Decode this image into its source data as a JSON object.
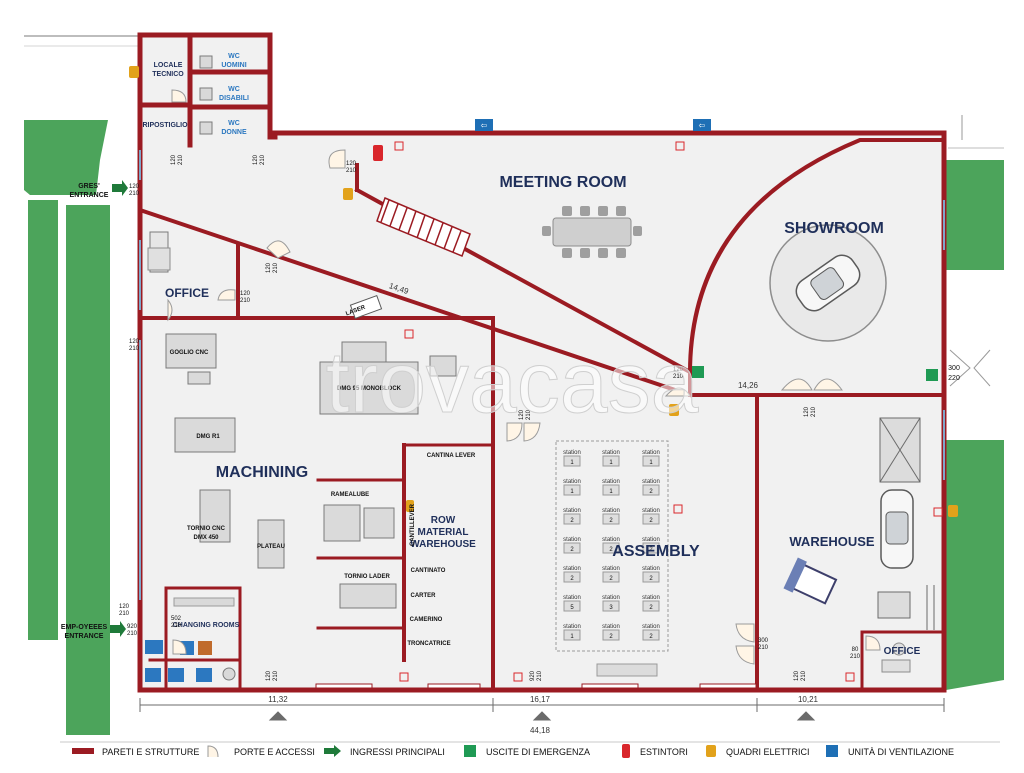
{
  "rooms": {
    "meeting_room": "MEETING ROOM",
    "showroom": "SHOWROOM",
    "office": "OFFICE",
    "machining": "MACHINING",
    "assembly": "ASSEMBLY",
    "warehouse": "WAREHOUSE",
    "office_small": "OFFICE",
    "row_material_1": "ROW",
    "row_material_2": "MATERIAL",
    "row_material_3": "WAREHOUSE",
    "changing_rooms": "CHANGING ROOMS",
    "locale_tecnico_1": "LOCALE",
    "locale_tecnico_2": "TECNICO",
    "ripostiglio": "RIPOSTIGLIO",
    "wc_uomini_1": "WC",
    "wc_uomini_2": "UOMINI",
    "wc_disabili_1": "WC",
    "wc_disabili_2": "DISABILI",
    "wc_donne_1": "WC",
    "wc_donne_2": "DONNE"
  },
  "machines": {
    "laser": "LASER",
    "goglio_cnc": "GOGLIO CNC",
    "dmg_95": "DMG 95 MONOBLOCK",
    "dmg_r1": "DMG R1",
    "tornio_cnc_1": "TORNIO CNC",
    "tornio_cnc_2": "DMX 450",
    "plateau": "PLATEAU",
    "ramealube": "RAMEALUBE",
    "tornio_lader": "TORNIO LADER",
    "cantilever_rack": "CANTILLEVER",
    "cantina_lever": "CANTINA LEVER",
    "cantinato": "CANTINATO",
    "carter": "CARTER",
    "camerino": "CAMERINO",
    "troncatrice": "TRONCATRICE"
  },
  "assembly_station_label": "station",
  "assembly_cols": [
    [
      "1",
      "1",
      "2",
      "2",
      "2",
      "5",
      "1"
    ],
    [
      "1",
      "1",
      "2",
      "2",
      "2",
      "3",
      "2"
    ],
    [
      "1",
      "2",
      "2",
      "2",
      "2",
      "2",
      "2"
    ]
  ],
  "entrances": {
    "gres_1": "GRES'",
    "gres_2": "ENTRANCE",
    "emp_1": "EMP-OYEEES",
    "emp_2": "ENTRANCE"
  },
  "door_codes": {
    "d1_top": "120",
    "d1_bot": "210",
    "d2_top": "120",
    "d2_bot": "210",
    "d3_top": "120",
    "d3_bot": "210",
    "d4_top": "120",
    "d4_bot": "210",
    "d5_top": "120",
    "d5_bot": "210",
    "d6_top": "120",
    "d6_bot": "210",
    "d7_top": "120",
    "d7_bot": "210",
    "d8_top": "120",
    "d8_bot": "210",
    "d9_top": "300",
    "d9_bot": "220",
    "d10_top": "120",
    "d10_bot": "210",
    "d11_top": "300",
    "d11_bot": "210",
    "d12_top": "80",
    "d12_bot": "210",
    "d13_top": "120",
    "d13_bot": "210",
    "d14_top": "120",
    "d14_bot": "210",
    "d15_top": "920",
    "d15_bot": "210",
    "d16_top": "502",
    "d16_bot": "210",
    "d17_top": "920",
    "d17_bot": "210",
    "d18_top": "120",
    "d18_bot": "210",
    "d19_top": "120",
    "d19_bot": "210"
  },
  "dimensions": {
    "diag": "14,49",
    "mid": "14,26",
    "left": "11,32",
    "center": "16,17",
    "right": "10,21",
    "total": "44,18"
  },
  "watermark": "trovacasa",
  "legend": [
    {
      "icon": "wall-swatch",
      "label": "PARETI E STRUTTURE"
    },
    {
      "icon": "door-arc",
      "label": "PORTE E ACCESSI"
    },
    {
      "icon": "arrow-right",
      "label": "INGRESSI PRINCIPALI"
    },
    {
      "icon": "emergency-exit",
      "label": "USCITE DI EMERGENZA"
    },
    {
      "icon": "fire-extinguisher",
      "label": "ESTINTORI"
    },
    {
      "icon": "electrical-panel",
      "label": "QUADRI ELETTRICI"
    },
    {
      "icon": "ventilation",
      "label": "UNITÀ DI VENTILAZIONE"
    }
  ],
  "colors": {
    "wall": "#9b1b22",
    "floor": "#f1f1f1",
    "grass": "#4ca45b",
    "text_dark": "#1f2f5a",
    "emergency": "#1f9a54",
    "extinguisher": "#d9262b",
    "panel": "#e2a21b",
    "vent": "#1e6fb5"
  }
}
